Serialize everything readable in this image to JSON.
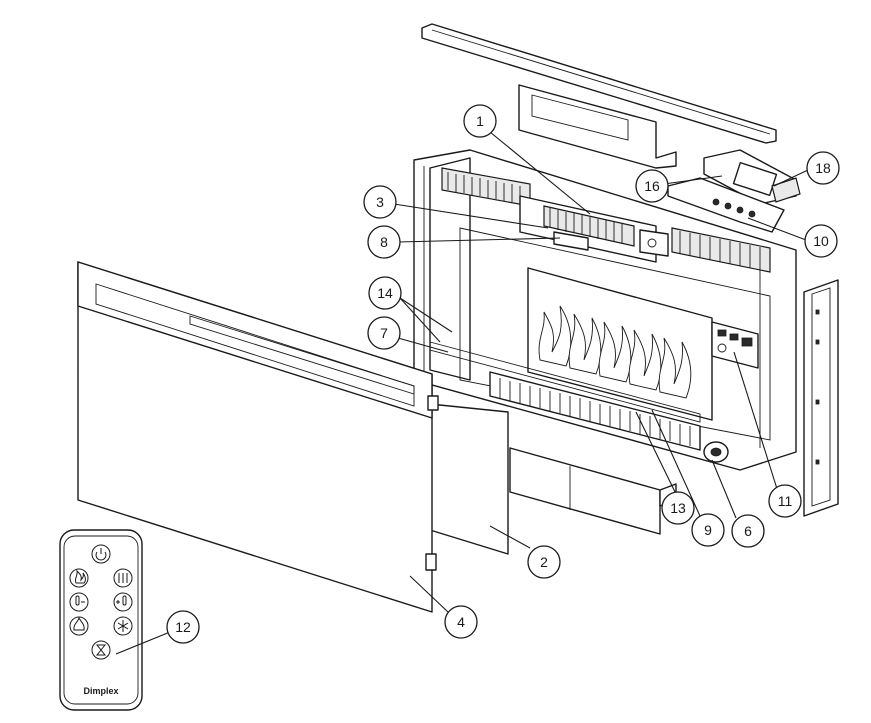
{
  "callouts": [
    {
      "id": "c1",
      "label": "1"
    },
    {
      "id": "c2",
      "label": "2"
    },
    {
      "id": "c3",
      "label": "3"
    },
    {
      "id": "c4",
      "label": "4"
    },
    {
      "id": "c6",
      "label": "6"
    },
    {
      "id": "c7",
      "label": "7"
    },
    {
      "id": "c8",
      "label": "8"
    },
    {
      "id": "c9",
      "label": "9"
    },
    {
      "id": "c10",
      "label": "10"
    },
    {
      "id": "c11",
      "label": "11"
    },
    {
      "id": "c12",
      "label": "12"
    },
    {
      "id": "c13",
      "label": "13"
    },
    {
      "id": "c14",
      "label": "14"
    },
    {
      "id": "c16",
      "label": "16"
    },
    {
      "id": "c18",
      "label": "18"
    }
  ],
  "remote": {
    "brand": "Dimplex",
    "buttons": [
      {
        "name": "power-icon"
      },
      {
        "name": "flame-icon"
      },
      {
        "name": "heater-icon"
      },
      {
        "name": "thermostat-down-icon"
      },
      {
        "name": "thermostat-up-icon"
      },
      {
        "name": "flame-effect-icon"
      },
      {
        "name": "snowflake-icon"
      },
      {
        "name": "timer-icon"
      }
    ]
  }
}
